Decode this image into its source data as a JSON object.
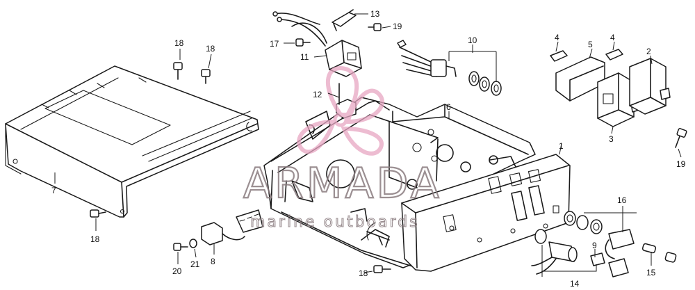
{
  "watermark": {
    "brand": "ARMADA",
    "tagline": "marine outboards",
    "logo_color": "#e7a6c2",
    "text_color": "#8a7c7f"
  },
  "parts": {
    "p1": "1",
    "p2": "2",
    "p3": "3",
    "p4a": "4",
    "p4b": "4",
    "p5": "5",
    "p6": "6",
    "p7": "7",
    "p8": "8",
    "p9": "9",
    "p10": "10",
    "p11": "11",
    "p12": "12",
    "p13": "13",
    "p14": "14",
    "p15": "15",
    "p16": "16",
    "p17": "17",
    "p18a": "18",
    "p18b": "18",
    "p18c": "18",
    "p18d": "18",
    "p19a": "19",
    "p19b": "19",
    "p20": "20",
    "p21": "21"
  }
}
